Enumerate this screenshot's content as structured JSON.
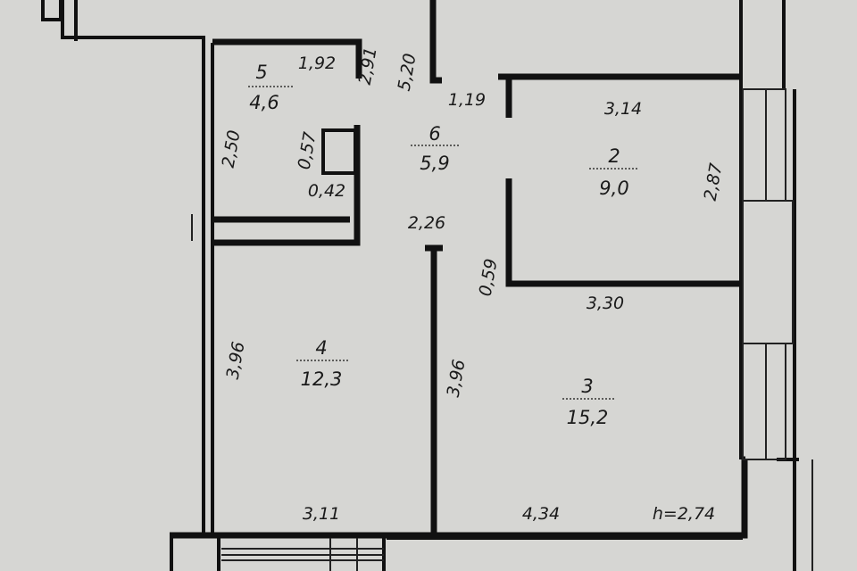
{
  "plan": {
    "rooms": [
      {
        "number": "2",
        "area": "9,0"
      },
      {
        "number": "3",
        "area": "15,2"
      },
      {
        "number": "4",
        "area": "12,3"
      },
      {
        "number": "5",
        "area": "4,6"
      },
      {
        "number": "6",
        "area": "5,9"
      }
    ],
    "dimensions": {
      "bath_width": "1,92",
      "bath_stub": "2,91",
      "bath_height": "2,50",
      "shaft_h": "0,57",
      "shaft_w": "0,42",
      "hall_length": "5,20",
      "hall_door": "1,19",
      "hall_width": "2,26",
      "room2_width": "3,14",
      "room2_depth": "2,87",
      "room2_bottom": "3,30",
      "door_gap": "0,59",
      "room4_depth": "3,96",
      "room3_depth": "3,96",
      "room4_width": "3,11",
      "room3_width": "4,34",
      "ceiling_height": "h=2,74"
    }
  }
}
